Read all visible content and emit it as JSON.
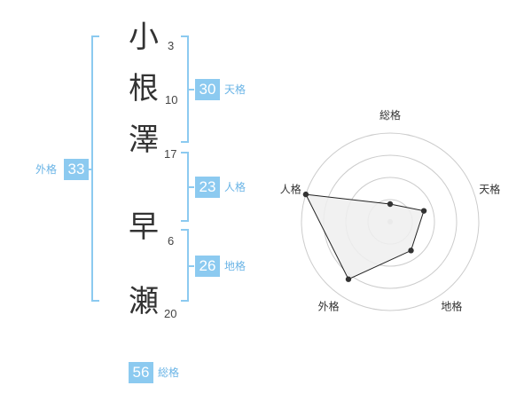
{
  "name": {
    "characters": [
      {
        "char": "小",
        "strokes": "3"
      },
      {
        "char": "根",
        "strokes": "10"
      },
      {
        "char": "澤",
        "strokes": "17"
      },
      {
        "char": "早",
        "strokes": "6"
      },
      {
        "char": "瀬",
        "strokes": "20"
      }
    ]
  },
  "kaku": {
    "tenkaku": {
      "value": "30",
      "label": "天格"
    },
    "jinkaku": {
      "value": "23",
      "label": "人格"
    },
    "chikaku": {
      "value": "26",
      "label": "地格"
    },
    "gaikaku": {
      "value": "33",
      "label": "外格"
    },
    "soukaku": {
      "value": "56",
      "label": "総格"
    }
  },
  "colors": {
    "accent": "#8ccaf0",
    "label": "#6ab4e6",
    "radar_fill": "#eeeeee",
    "radar_grid": "#cccccc"
  },
  "chart_data": {
    "type": "radar",
    "axes": [
      "総格",
      "天格",
      "地格",
      "外格",
      "人格"
    ],
    "values": [
      0.2,
      0.4,
      0.4,
      0.8,
      1.0
    ],
    "rings": 4
  }
}
